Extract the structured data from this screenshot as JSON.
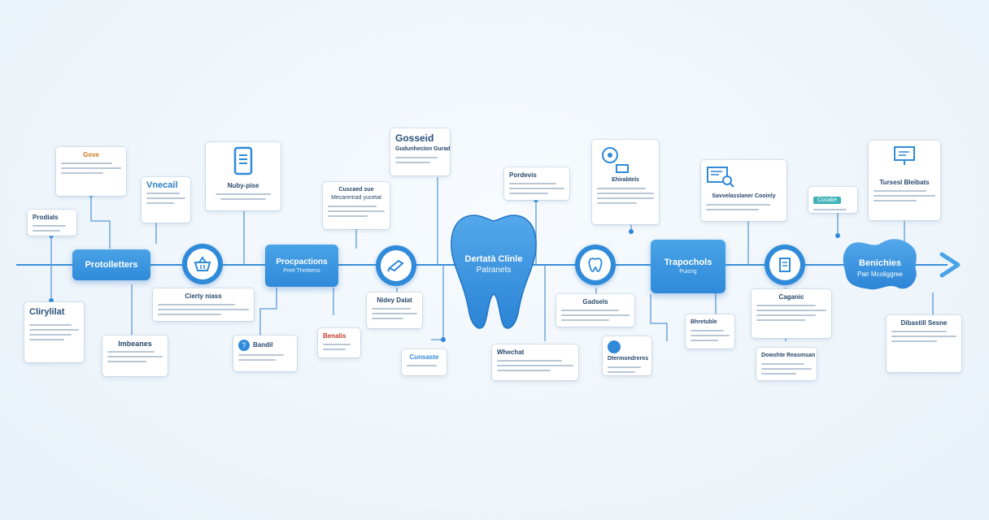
{
  "center": {
    "title_line1": "Dertatà Clinle",
    "title_line2": "Patranets"
  },
  "stages": [
    {
      "id": "s1",
      "line1": "Protolletters",
      "line2": ""
    },
    {
      "id": "s2",
      "line1": "Procpactions",
      "line2": "Piret Thretiens"
    },
    {
      "id": "s3",
      "line1": "Trapochols",
      "line2": "Puicrig"
    },
    {
      "id": "s4",
      "line1": "Benichies",
      "line2": "Patr Mcoliggree"
    }
  ],
  "cards": {
    "gove": "Gove",
    "vnecal": "Vnecail",
    "prodials": "Prodials",
    "clityilat": "Clirylilat",
    "nuby_pise": "Nuby-pise",
    "gunnelid_top": "Gosseid",
    "gunnelid_sub": "Gudunhecion Gurad",
    "cussaid": "Cuscaed sue",
    "cussaid_sub": "Mecarerirad yucetat",
    "clety_rass": "Cierty niass",
    "inbeanes": "Imbeanes",
    "nidey_dalat": "Nidey Dalat",
    "bandil": "Bandil",
    "benalis": "Benalis",
    "cerousit": "Cunsaste",
    "pordevis": "Pordevis",
    "whahet": "Whechat",
    "gudesels": "Gadsels",
    "ehirabtels": "Ehirabtels",
    "dermonderes": "Dtermondreres",
    "sencer_rsing": "Savvelasslaner Cooinly",
    "ccoabe": "Cocabe",
    "caganic": "Caganic",
    "bhretubli": "Bhretuble",
    "doeshle_racusan": "Dowshte Reasmsan",
    "tursesl_bleibats": "Tursesl Bleibats",
    "dibastill_sesne": "Dibastill Sesne"
  },
  "colors": {
    "accent": "#2f8ad9",
    "accent_light": "#4aa3e6",
    "line": "#3a8fd8",
    "text_dark": "#27476b"
  }
}
